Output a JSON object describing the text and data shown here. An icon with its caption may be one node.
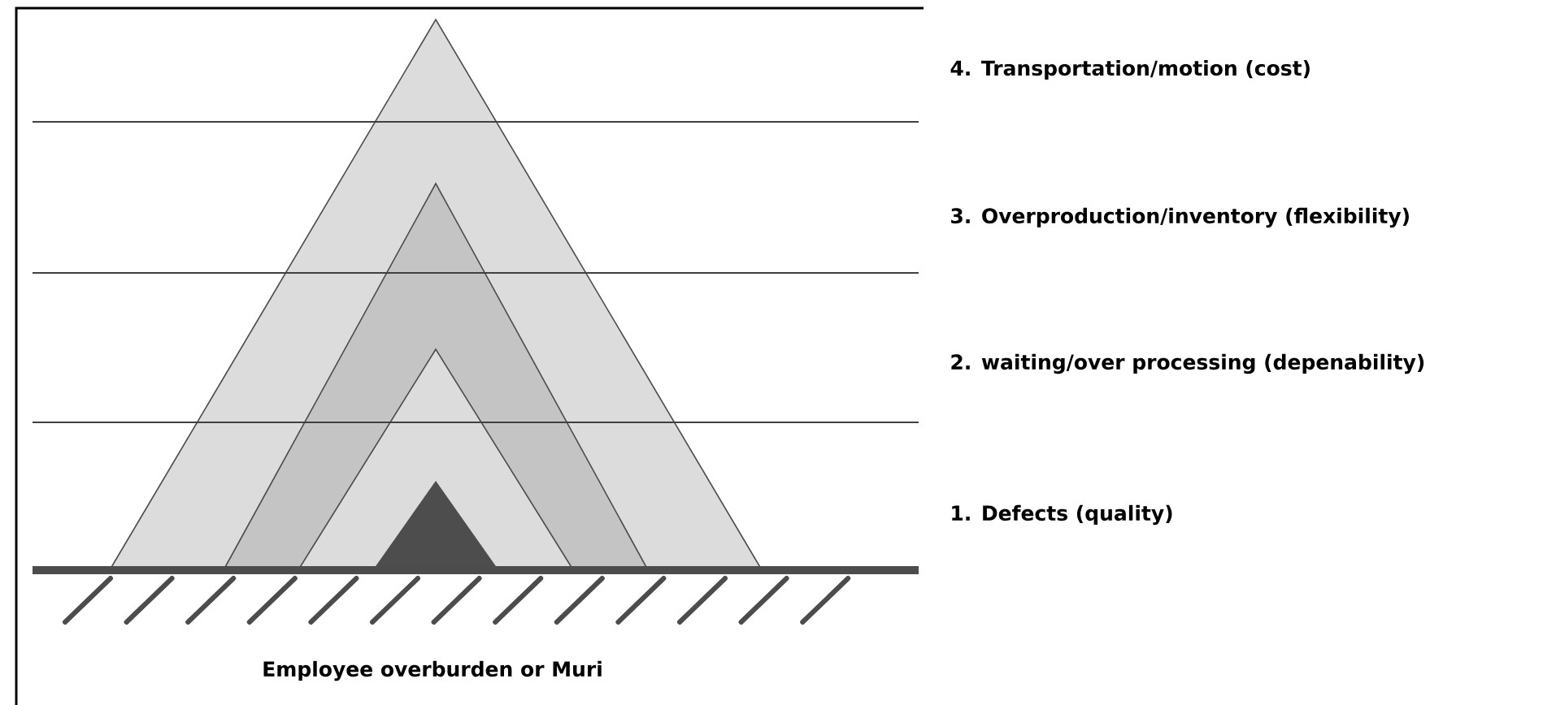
{
  "diagram": {
    "labels": [
      "4. Transportation/motion (cost)",
      "3. Overproduction/inventory (flexibility)",
      "2. waiting/over processing (depenability)",
      "1. Defects (quality)",
      "Employee overburden or Muri"
    ]
  }
}
